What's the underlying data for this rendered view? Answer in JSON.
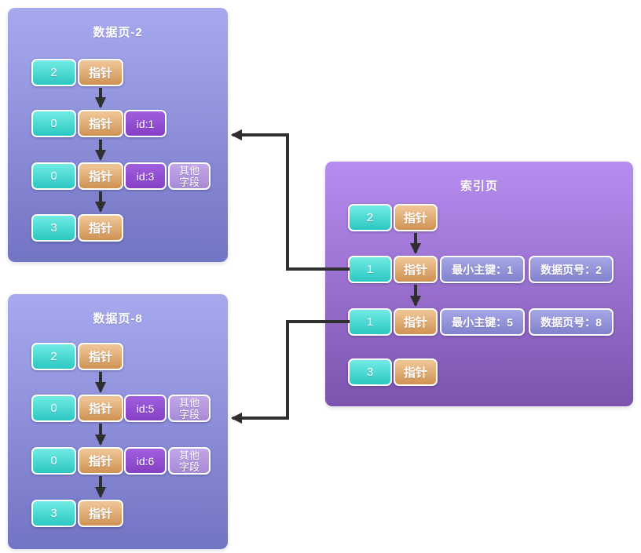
{
  "panels": {
    "data_page_2": {
      "title": "数据页-2",
      "rows": [
        {
          "cells": [
            {
              "text": "2"
            },
            {
              "text": "指针"
            }
          ]
        },
        {
          "cells": [
            {
              "text": "0"
            },
            {
              "text": "指针"
            },
            {
              "text": "id:1"
            }
          ]
        },
        {
          "cells": [
            {
              "text": "0"
            },
            {
              "text": "指针"
            },
            {
              "text": "id:3"
            },
            {
              "text": "其他字段"
            }
          ]
        },
        {
          "cells": [
            {
              "text": "3"
            },
            {
              "text": "指针"
            }
          ]
        }
      ]
    },
    "data_page_8": {
      "title": "数据页-8",
      "rows": [
        {
          "cells": [
            {
              "text": "2"
            },
            {
              "text": "指针"
            }
          ]
        },
        {
          "cells": [
            {
              "text": "0"
            },
            {
              "text": "指针"
            },
            {
              "text": "id:5"
            },
            {
              "text": "其他字段"
            }
          ]
        },
        {
          "cells": [
            {
              "text": "0"
            },
            {
              "text": "指针"
            },
            {
              "text": "id:6"
            },
            {
              "text": "其他字段"
            }
          ]
        },
        {
          "cells": [
            {
              "text": "3"
            },
            {
              "text": "指针"
            }
          ]
        }
      ]
    },
    "index_page": {
      "title": "索引页",
      "rows": [
        {
          "cells": [
            {
              "text": "2"
            },
            {
              "text": "指针"
            }
          ]
        },
        {
          "cells": [
            {
              "text": "1"
            },
            {
              "text": "指针"
            },
            {
              "text": "最小主键：1"
            },
            {
              "text": "数据页号：2"
            }
          ]
        },
        {
          "cells": [
            {
              "text": "1"
            },
            {
              "text": "指针"
            },
            {
              "text": "最小主键：5"
            },
            {
              "text": "数据页号：8"
            }
          ]
        },
        {
          "cells": [
            {
              "text": "3"
            },
            {
              "text": "指针"
            }
          ]
        }
      ]
    }
  },
  "colors": {
    "slot_cell": "#2cc7c1",
    "pointer_cell": "#cf9252",
    "id_cell": "#8640c6",
    "other_fields_cell": "#a78ad4",
    "index_detail_cell": "#8182cd",
    "data_panel_top": "#a7a9ef",
    "data_panel_bottom": "#7274c4",
    "index_panel_top": "#b78df0",
    "index_panel_bottom": "#7c53ae",
    "arrow": "#2f2f2f",
    "cell_border": "#ffffff"
  }
}
